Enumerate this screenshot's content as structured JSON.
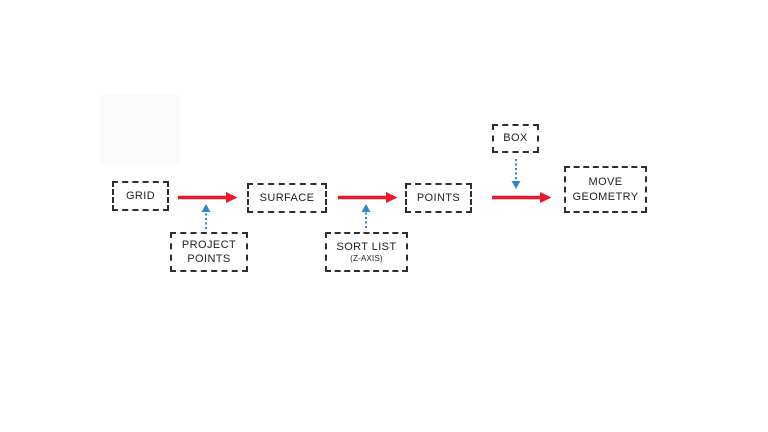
{
  "diagram": {
    "nodes": {
      "grid": {
        "label": "GRID"
      },
      "surface": {
        "label": "SURFACE"
      },
      "points": {
        "label": "POINTS"
      },
      "move_geometry": {
        "line1": "MOVE",
        "line2": "GEOMETRY"
      },
      "project_points": {
        "line1": "PROJECT",
        "line2": "POINTS"
      },
      "sort_list": {
        "label": "SORT LIST",
        "sublabel": "(Z-AXIS)"
      },
      "box": {
        "label": "BOX"
      }
    },
    "edges": [
      {
        "from": "GRID",
        "to": "SURFACE",
        "type": "flow"
      },
      {
        "from": "SURFACE",
        "to": "POINTS",
        "type": "flow"
      },
      {
        "from": "POINTS",
        "to": "MOVE GEOMETRY",
        "type": "flow"
      },
      {
        "from": "PROJECT POINTS",
        "to": "GRID-SURFACE arrow",
        "type": "input"
      },
      {
        "from": "SORT LIST (Z-AXIS)",
        "to": "SURFACE-POINTS arrow",
        "type": "input"
      },
      {
        "from": "BOX",
        "to": "POINTS-MOVE GEOMETRY arrow",
        "type": "input"
      }
    ],
    "colors": {
      "flow_arrow": "#e8192c",
      "input_arrow": "#2e86c8",
      "node_border": "#2e2e2e",
      "node_text": "#1f1f1f",
      "background": "#ffffff"
    }
  }
}
